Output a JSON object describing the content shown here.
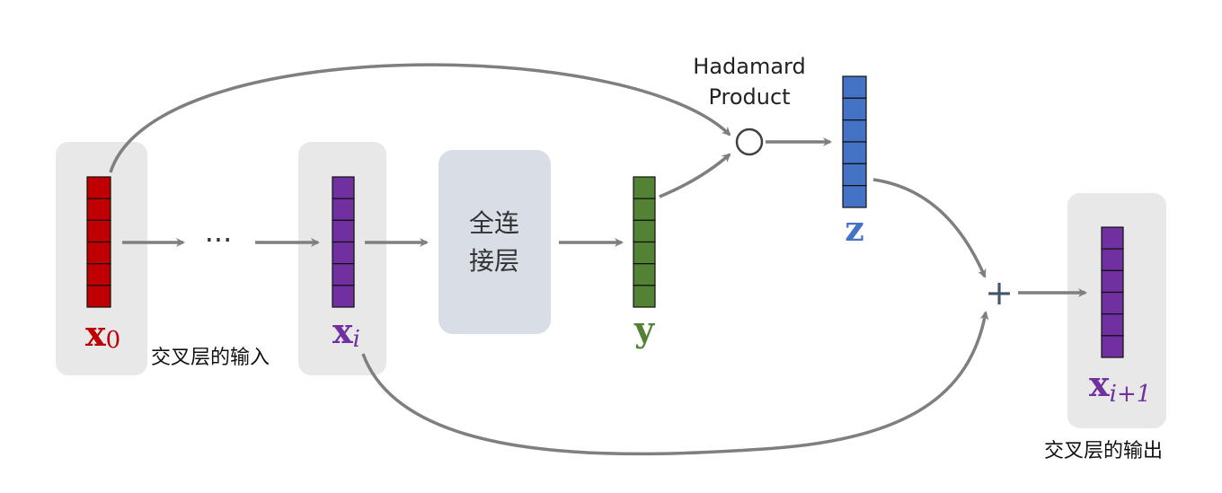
{
  "labels": {
    "x0_main": "x",
    "x0_sub": "0",
    "xi_main": "x",
    "xi_sub": "i",
    "y": "y",
    "z": "z",
    "xi1_main": "x",
    "xi1_sub": "i+1",
    "ellipsis": "···",
    "fc_line1": "全连",
    "fc_line2": "接层",
    "hadamard_line1": "Hadamard",
    "hadamard_line2": "Product",
    "plus": "+",
    "input_caption": "交叉层的输入",
    "output_caption": "交叉层的输出"
  },
  "colors": {
    "x0": "#c00000",
    "xi": "#7030a0",
    "y": "#548235",
    "z": "#4472c4",
    "xi1": "#7030a0",
    "arrow": "#7f7f7f",
    "panel": "#e8e8e8",
    "fc_box": "#d9dde6"
  },
  "vectors": {
    "cells": 6
  }
}
